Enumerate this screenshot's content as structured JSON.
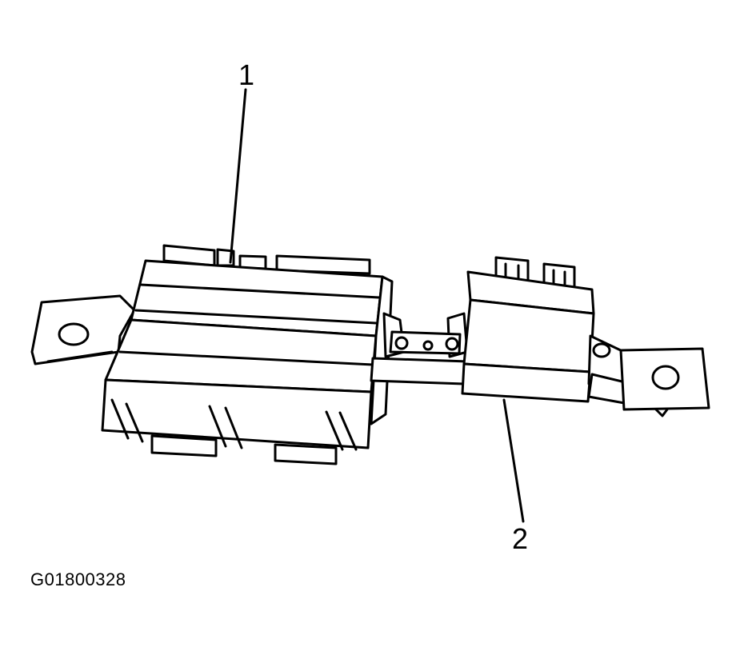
{
  "callouts": [
    {
      "label": "1"
    },
    {
      "label": "2"
    }
  ],
  "figure_id": "G01800328"
}
